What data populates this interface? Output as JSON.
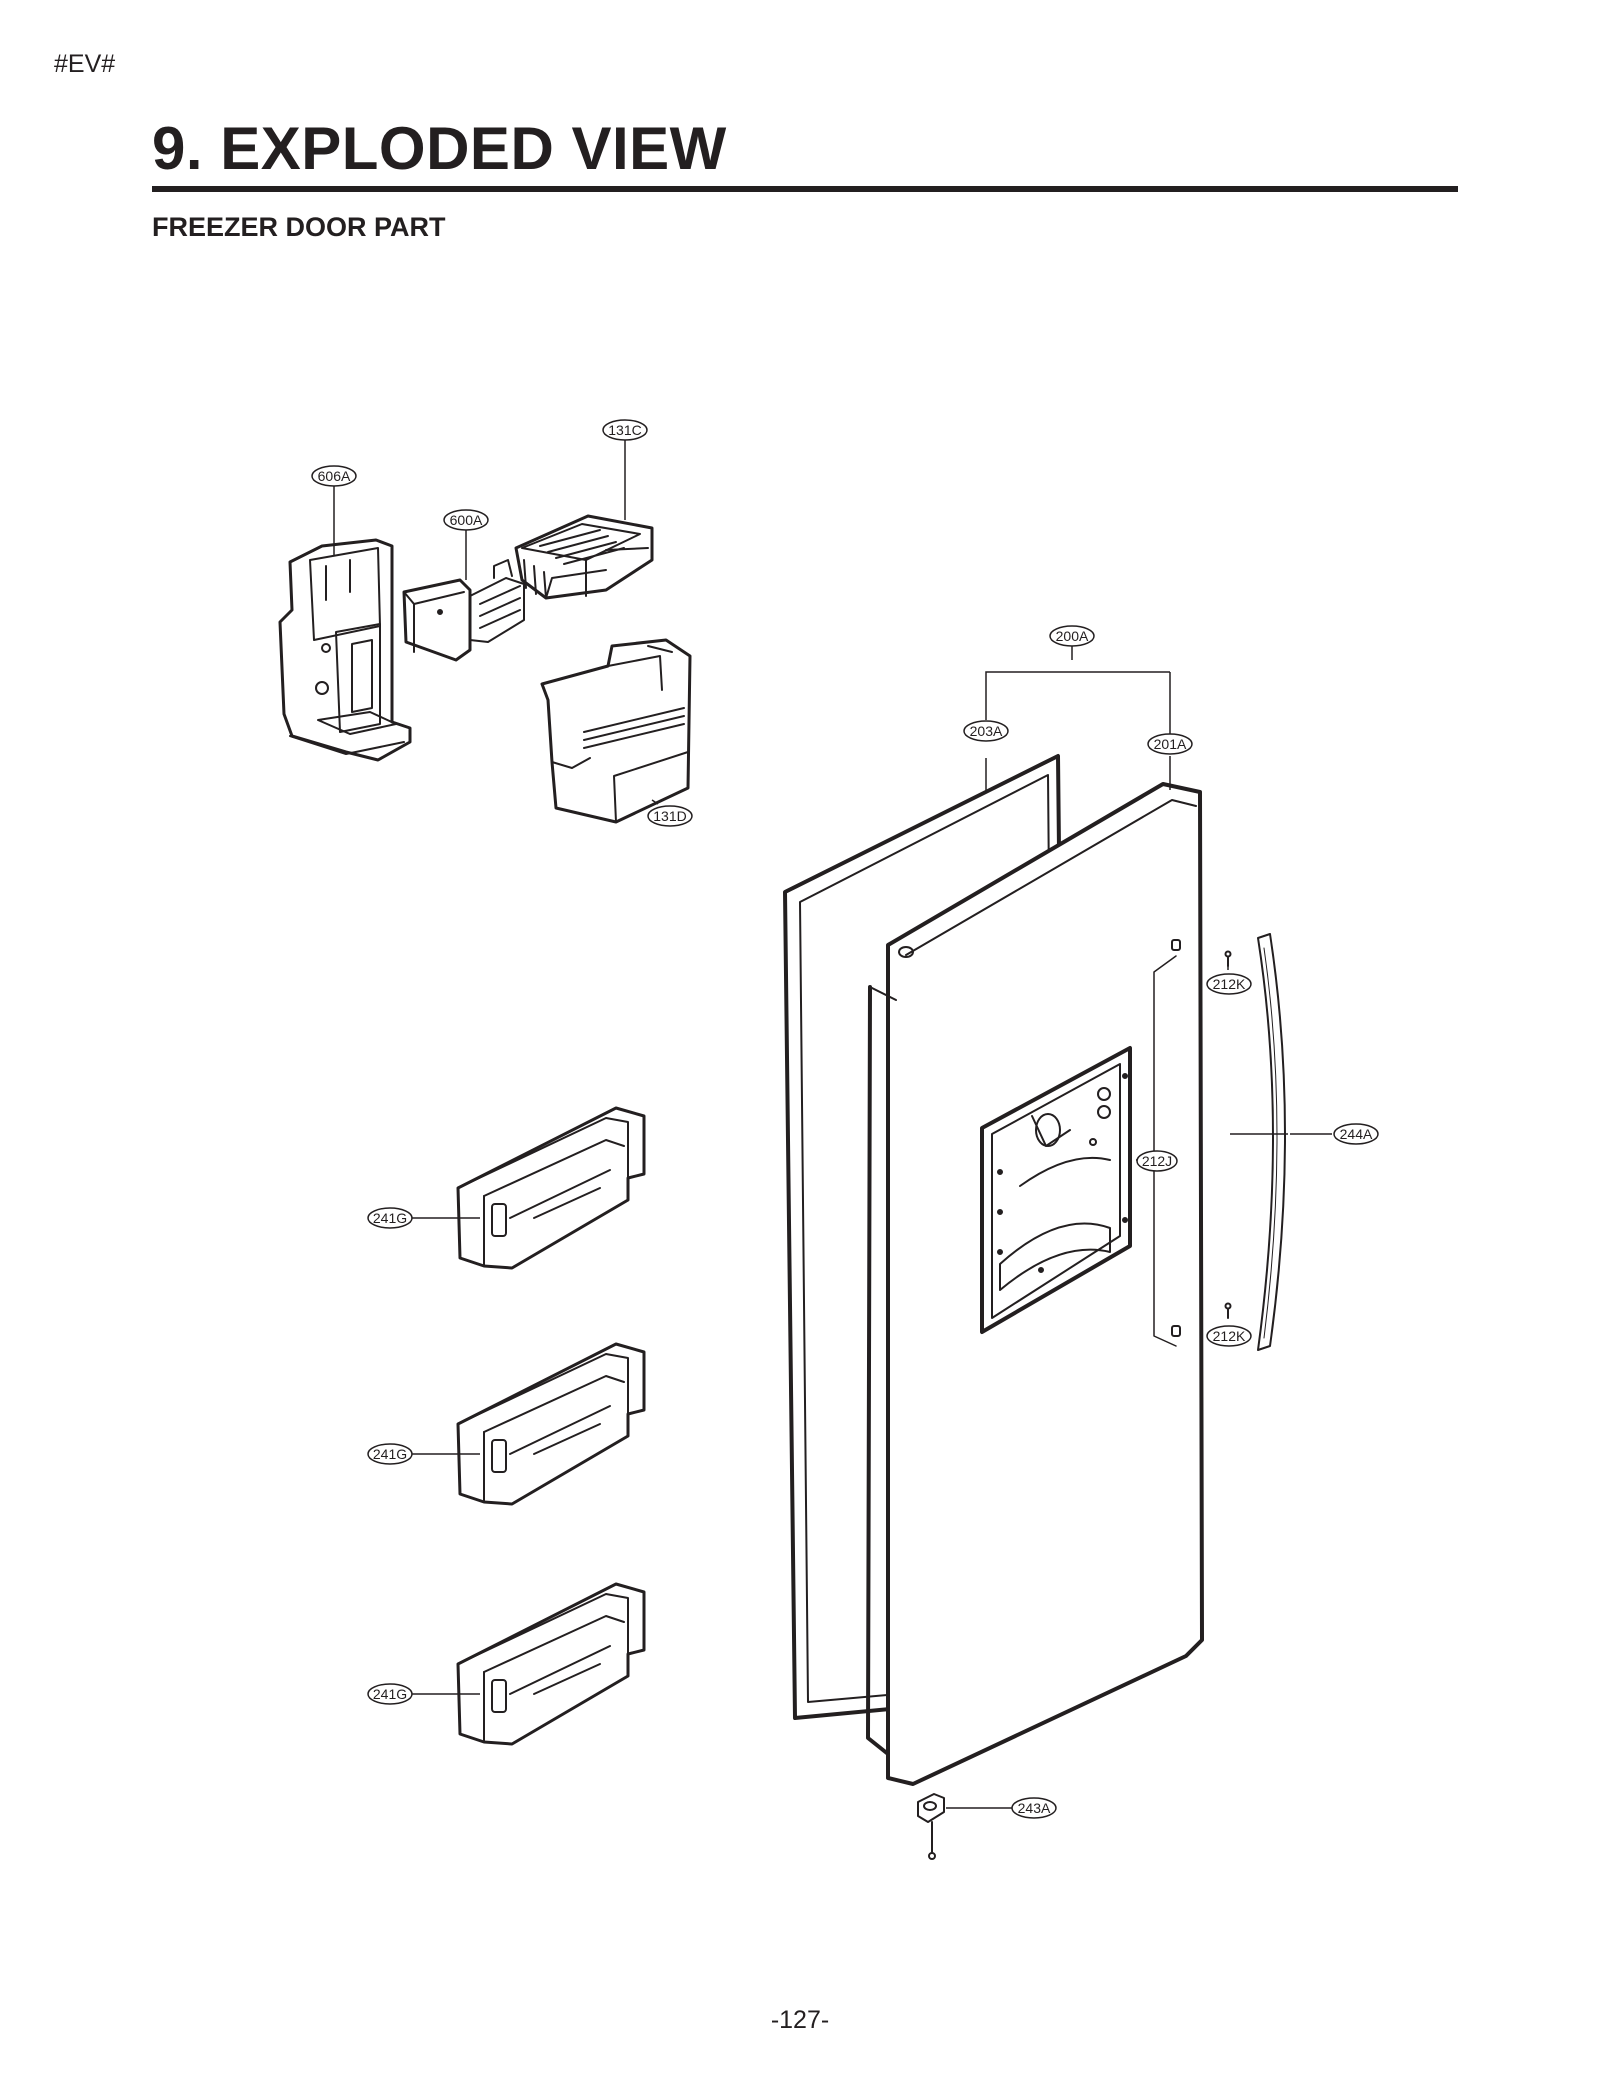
{
  "header": {
    "tag": "#EV#",
    "title": "9. EXPLODED VIEW",
    "subtitle": "FREEZER DOOR PART"
  },
  "callouts": [
    {
      "id": "131c",
      "label": "131C"
    },
    {
      "id": "606a",
      "label": "606A"
    },
    {
      "id": "600a",
      "label": "600A"
    },
    {
      "id": "131d",
      "label": "131D"
    },
    {
      "id": "200a",
      "label": "200A"
    },
    {
      "id": "203a",
      "label": "203A"
    },
    {
      "id": "201a",
      "label": "201A"
    },
    {
      "id": "212k-top",
      "label": "212K"
    },
    {
      "id": "244a",
      "label": "244A"
    },
    {
      "id": "212j",
      "label": "212J"
    },
    {
      "id": "212k-bottom",
      "label": "212K"
    },
    {
      "id": "241g-1",
      "label": "241G"
    },
    {
      "id": "241g-2",
      "label": "241G"
    },
    {
      "id": "241g-3",
      "label": "241G"
    },
    {
      "id": "243a",
      "label": "243A"
    }
  ],
  "footer": {
    "page_number": "-127-"
  }
}
